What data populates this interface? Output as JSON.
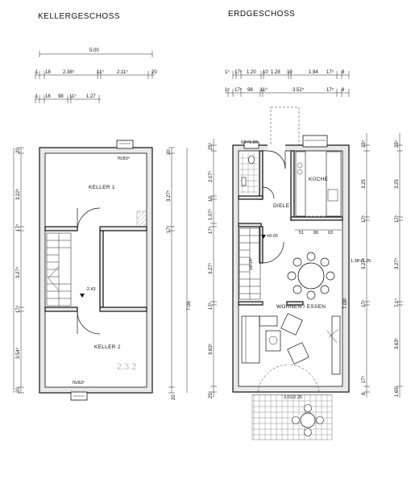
{
  "titles": {
    "basement": "KELLERGESCHOSS",
    "ground_floor": "ERDGESCHOSS"
  },
  "basement": {
    "top_dims": {
      "overall": "5.00",
      "r1": [
        "1",
        "18",
        "2.38⁵",
        "11⁵",
        "2.11⁵",
        "20"
      ],
      "r2": [
        "1",
        "18",
        "98",
        "11⁵",
        "1.27"
      ]
    },
    "rooms": {
      "keller1": "KELLER 1",
      "keller2": "KELLER 2"
    },
    "window_top": "76/83⁵",
    "window_bottom": "76/83⁵",
    "level": "-2.43",
    "stamp": "2.3.2",
    "left_dims": [
      "20",
      "3.22⁵",
      "17⁵",
      "3.27⁵",
      "17⁴",
      "3.54⁵",
      "20"
    ],
    "right_dims": [
      "20",
      "3.27⁵",
      "17⁵",
      "7.06",
      "20"
    ]
  },
  "ground": {
    "top_dims": {
      "r1": [
        "1⁵",
        "17⁵",
        "1.20",
        "10",
        "1.28",
        "10",
        "1.94",
        "17⁵",
        "8"
      ],
      "r2": [
        "1⁵",
        "17⁵",
        "98",
        "11⁵",
        "3.52⁵",
        "17⁵",
        "8"
      ]
    },
    "rooms": {
      "kitchen": "KÜCHE",
      "hall": "DIELE",
      "living": "WOHNEN / ESSEN"
    },
    "window_top": "63⁵/1.00",
    "window_kitchen": "1.38⁵/2.25",
    "terrace_door": "3.01/2.25",
    "kitchen_dims": [
      "51",
      "80",
      "63"
    ],
    "level": "±0.00",
    "stairs": "16/14⁹",
    "left_dims": [
      "25⁵",
      "2.07⁵",
      "10",
      "1.07⁵",
      "17⁵",
      "3.27⁵",
      "17⁵",
      "3.63⁵",
      "25⁵"
    ],
    "right_dims_inner": [
      "25⁵",
      "3.25",
      "17⁵",
      "3.27⁵",
      "17⁵",
      "7.08⁵",
      "17⁵",
      "8"
    ],
    "right_dims_outer": [
      "25⁵",
      "3.25",
      "17⁵",
      "3.27⁵",
      "7.1⁵",
      "3.63⁵",
      "1.65¹"
    ]
  }
}
